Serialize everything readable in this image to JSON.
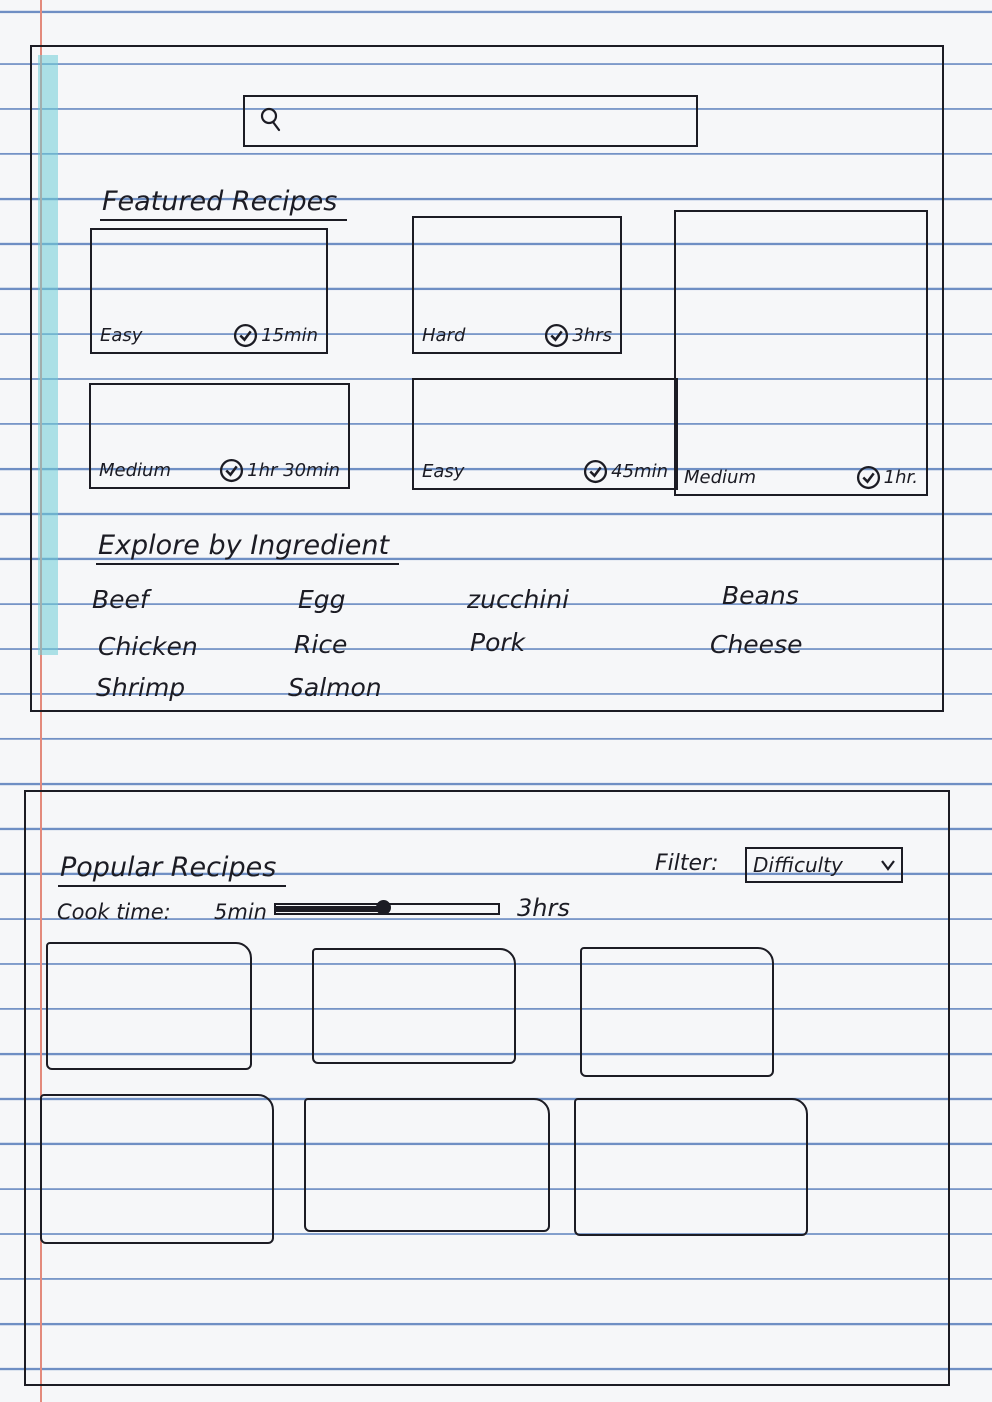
{
  "search": {
    "value": "",
    "placeholder": ""
  },
  "featured": {
    "title": "Featured Recipes",
    "cards": [
      {
        "difficulty": "Easy",
        "time": "15min"
      },
      {
        "difficulty": "Hard",
        "time": "3hrs"
      },
      {
        "difficulty": "Medium",
        "time": "1hr 30min"
      },
      {
        "difficulty": "Easy",
        "time": "45min"
      },
      {
        "difficulty": "Medium",
        "time": "1hr."
      }
    ]
  },
  "explore": {
    "title": "Explore by Ingredient",
    "items": [
      "Beef",
      "Egg",
      "zucchini",
      "Beans",
      "Chicken",
      "Rice",
      "Pork",
      "Cheese",
      "Shrimp",
      "Salmon"
    ]
  },
  "popular": {
    "title": "Popular Recipes",
    "filter": {
      "label": "Filter:",
      "selected": "Difficulty"
    },
    "cook_time": {
      "label": "Cook time:",
      "min_label": "5min",
      "max_label": "3hrs",
      "value_fraction": 0.48
    }
  },
  "icons": {
    "search": "search-icon",
    "time": "check-circle-icon",
    "dropdown": "chevron-down-icon"
  }
}
